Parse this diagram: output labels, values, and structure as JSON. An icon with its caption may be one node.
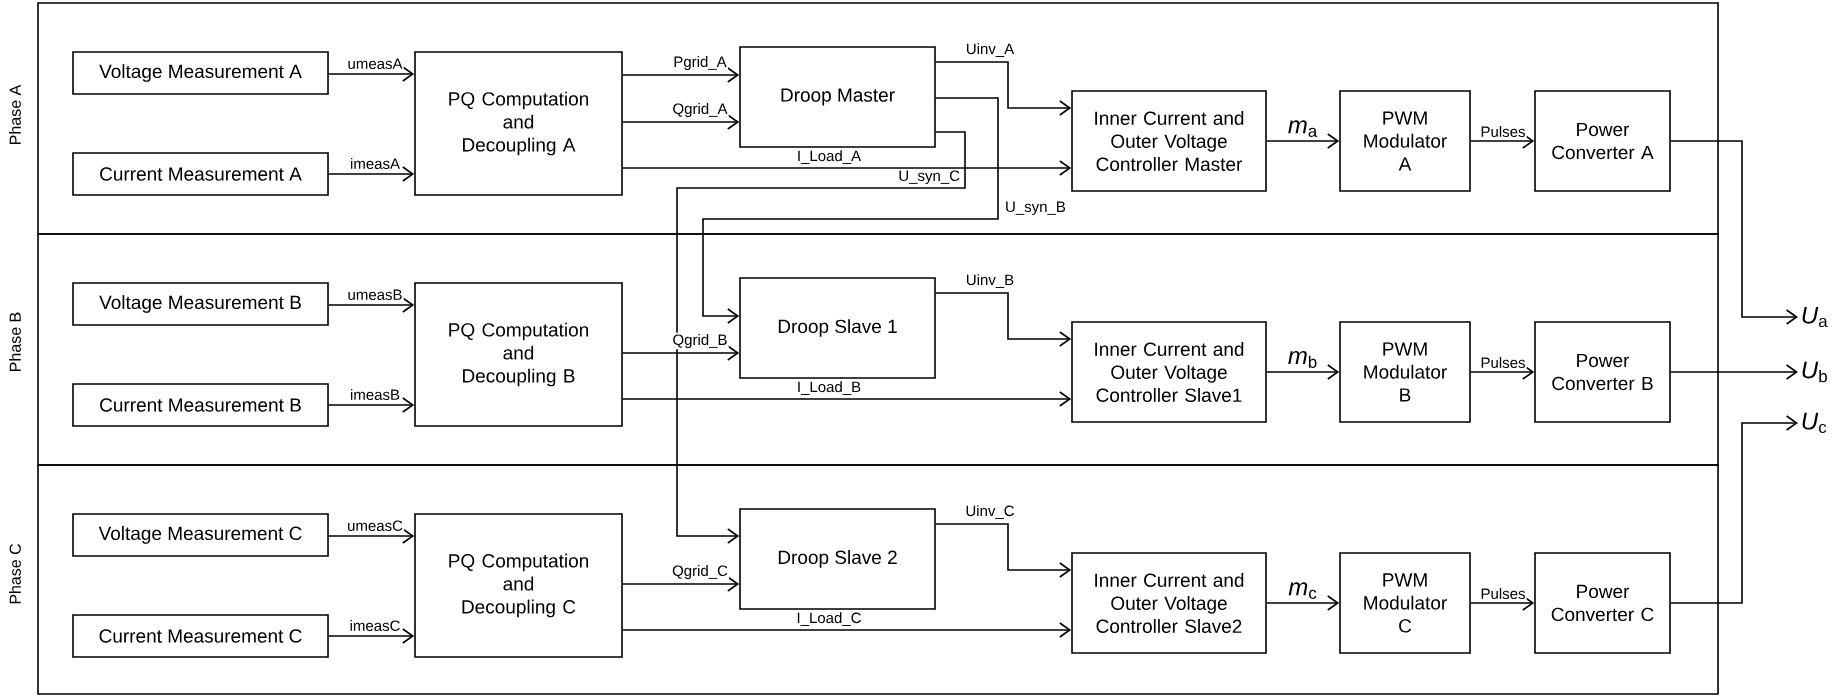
{
  "diagram": {
    "nodes": [
      {
        "text": [
          "Phase A"
        ]
      },
      {
        "text": [
          "Voltage Measurement A"
        ],
        "in": 0
      },
      {
        "text": [
          "Current Measurement A"
        ],
        "in": 0
      },
      {
        "text": [
          "PQ Computation and Decoupling A"
        ],
        "in": 0
      },
      {
        "text": [
          "Droop Master"
        ],
        "in": 0
      },
      {
        "text": [
          "Inner Current and Outer Voltage Controller Master"
        ],
        "in": 0
      },
      {
        "text": [
          "PWM Modulator A"
        ],
        "in": 0
      },
      {
        "text": [
          "Power Converter A"
        ],
        "in": 0
      },
      {
        "text": [
          "Phase B"
        ]
      },
      {
        "text": [
          "Voltage Measurement B"
        ],
        "in": 8
      },
      {
        "text": [
          "Current Measurement B"
        ],
        "in": 8
      },
      {
        "text": [
          "PQ Computation and Decoupling B"
        ],
        "in": 8
      },
      {
        "text": [
          "Droop Slave 1"
        ],
        "in": 8
      },
      {
        "text": [
          "Inner Current and Outer Voltage Controller Slave1"
        ],
        "in": 8
      },
      {
        "text": [
          "PWM Modulator B"
        ],
        "in": 8
      },
      {
        "text": [
          "Power Converter B"
        ],
        "in": 8
      },
      {
        "text": [
          "Phase C"
        ]
      },
      {
        "text": [
          "Voltage Measurement C"
        ],
        "in": 16
      },
      {
        "text": [
          "Current Measurement C"
        ],
        "in": 16
      },
      {
        "text": [
          "PQ Computation and Decoupling C"
        ],
        "in": 16
      },
      {
        "text": [
          "Droop Slave 2"
        ],
        "in": 16
      },
      {
        "text": [
          "Inner Current and Outer Voltage Controller Slave2"
        ],
        "in": 16
      },
      {
        "text": [
          "PWM Modulator C"
        ],
        "in": 16
      },
      {
        "text": [
          "Power Converter C"
        ],
        "in": 16
      },
      {
        "text": [
          "*U*$_{a}$"
        ]
      },
      {
        "text": [
          "*U*$_{b}$"
        ]
      },
      {
        "text": [
          "*U*$_{c}$"
        ]
      }
    ],
    "edges": [
      {
        "from": 1,
        "to": 3,
        "arrow": "to",
        "label": "umeasA"
      },
      {
        "from": 2,
        "to": 3,
        "arrow": "to",
        "label": "imeasA"
      },
      {
        "from": 3,
        "to": 4,
        "arrow": "to",
        "label": "Pgrid_A"
      },
      {
        "from": 3,
        "to": 4,
        "arrow": "to",
        "label": "Qgrid_A"
      },
      {
        "from": 3,
        "to": 5,
        "arrow": "to",
        "label": "I_Load_A"
      },
      {
        "from": 4,
        "to": 5,
        "arrow": "to",
        "label": "Uinv_A"
      },
      {
        "from": 4,
        "to": 12,
        "arrow": "to",
        "label": "U_syn_B"
      },
      {
        "from": 4,
        "to": 20,
        "arrow": "to",
        "label": "U_syn_C"
      },
      {
        "from": 5,
        "to": 6,
        "arrow": "to",
        "label": "*m*$_{a}$"
      },
      {
        "from": 6,
        "to": 7,
        "arrow": "to",
        "label": "Pulses"
      },
      {
        "from": 7,
        "to": 24,
        "arrow": "to"
      },
      {
        "from": 9,
        "to": 11,
        "arrow": "to",
        "label": "umeasB"
      },
      {
        "from": 10,
        "to": 11,
        "arrow": "to",
        "label": "imeasB"
      },
      {
        "from": 11,
        "to": 12,
        "arrow": "to",
        "label": "Qgrid_B"
      },
      {
        "from": 11,
        "to": 13,
        "arrow": "to",
        "label": "I_Load_B"
      },
      {
        "from": 12,
        "to": 13,
        "arrow": "to",
        "label": "Uinv_B"
      },
      {
        "from": 13,
        "to": 14,
        "arrow": "to",
        "label": "*m*$_{b}$"
      },
      {
        "from": 14,
        "to": 15,
        "arrow": "to",
        "label": "Pulses"
      },
      {
        "from": 15,
        "to": 25,
        "arrow": "to"
      },
      {
        "from": 17,
        "to": 19,
        "arrow": "to",
        "label": "umeasC"
      },
      {
        "from": 18,
        "to": 19,
        "arrow": "to",
        "label": "imeasC"
      },
      {
        "from": 19,
        "to": 20,
        "arrow": "to",
        "label": "Qgrid_C"
      },
      {
        "from": 19,
        "to": 21,
        "arrow": "to",
        "label": "I_Load_C"
      },
      {
        "from": 20,
        "to": 21,
        "arrow": "to",
        "label": "Uinv_C"
      },
      {
        "from": 21,
        "to": 22,
        "arrow": "to",
        "label": "*m*$_{c}$"
      },
      {
        "from": 22,
        "to": 23,
        "arrow": "to",
        "label": "Pulses"
      },
      {
        "from": 23,
        "to": 26,
        "arrow": "to"
      }
    ]
  }
}
